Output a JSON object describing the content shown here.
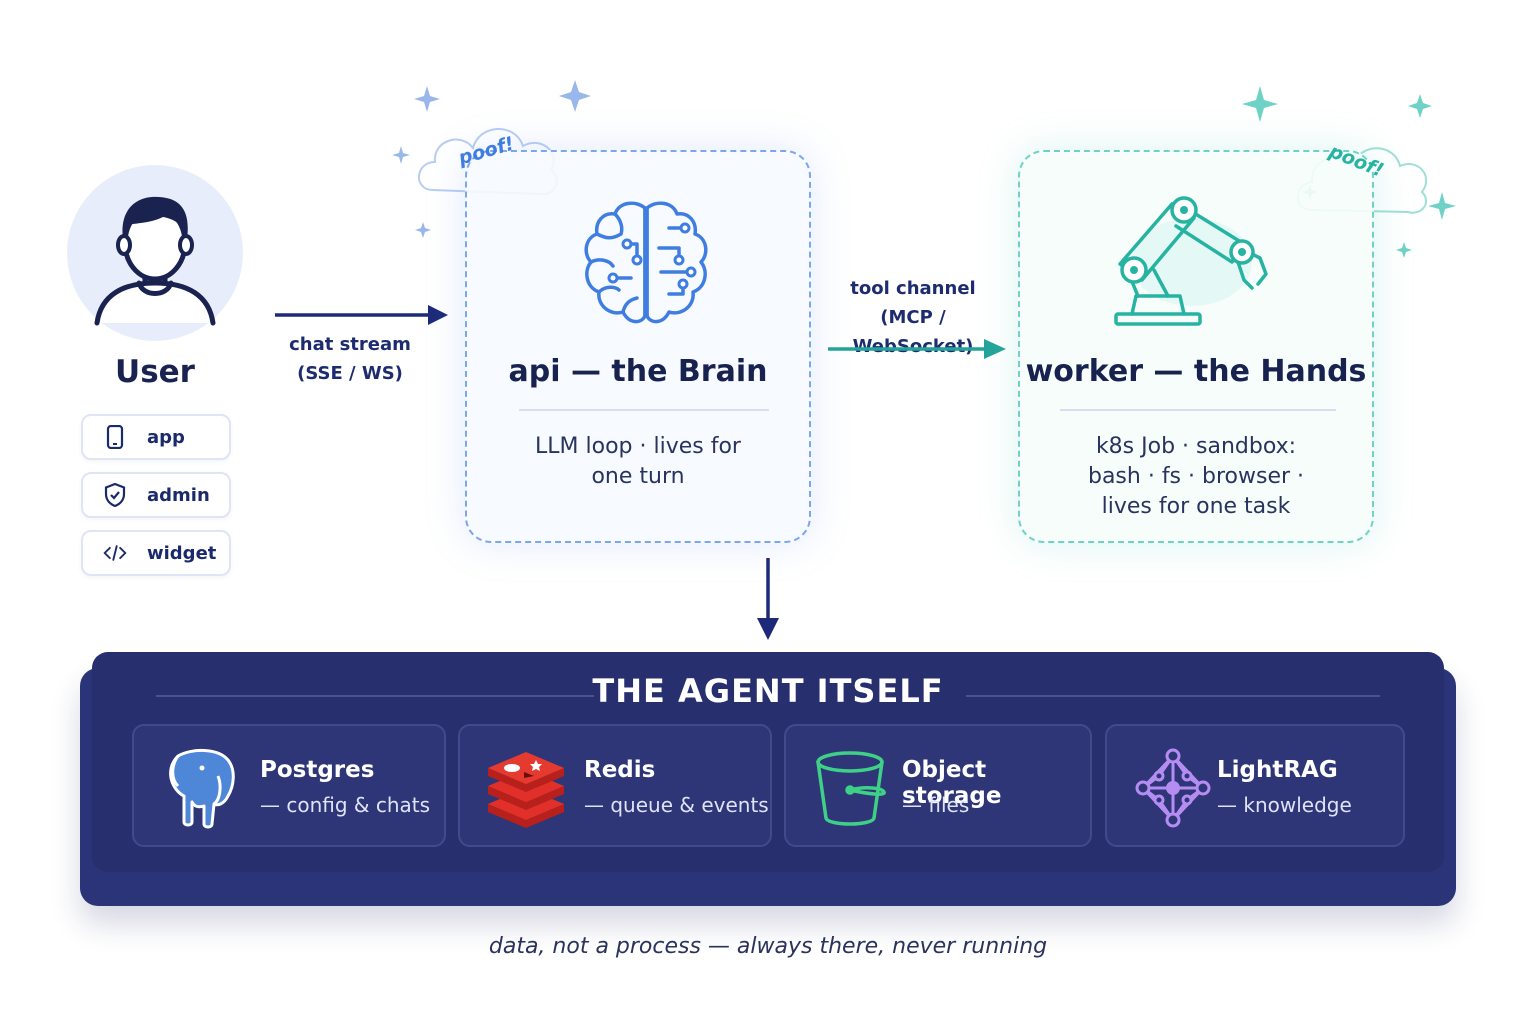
{
  "user": {
    "title": "User",
    "clients": [
      {
        "label": "app",
        "icon": "phone-icon"
      },
      {
        "label": "admin",
        "icon": "shield-icon"
      },
      {
        "label": "widget",
        "icon": "code-icon"
      }
    ]
  },
  "edges": {
    "chat": {
      "line1": "chat stream",
      "line2": "(SSE / WS)"
    },
    "tool": {
      "line1": "tool channel",
      "line2": "(MCP / WebSocket)"
    }
  },
  "brain": {
    "title": "api — the Brain",
    "desc_line1": "LLM loop · lives for",
    "desc_line2": "one turn",
    "poof": "poof!",
    "icon": "brain-icon"
  },
  "hands": {
    "title": "worker — the Hands",
    "desc_line1": "k8s Job · sandbox:",
    "desc_line2": "bash · fs · browser ·",
    "desc_line3": "lives for one task",
    "poof": "poof!",
    "icon": "robot-arm-icon"
  },
  "agent": {
    "title": "THE AGENT ITSELF",
    "stores": [
      {
        "name": "Postgres",
        "role": "— config & chats",
        "icon": "postgres-elephant-icon"
      },
      {
        "name": "Redis",
        "role": "— queue & events",
        "icon": "redis-icon"
      },
      {
        "name": "Object storage",
        "role": "— files",
        "icon": "bucket-icon"
      },
      {
        "name": "LightRAG",
        "role": "— knowledge",
        "icon": "graph-icon"
      }
    ]
  },
  "caption": "data, not a process — always there, never running",
  "colors": {
    "navy": "#272f6e",
    "brain_blue": "#3f7ee0",
    "hands_teal": "#27b3a1",
    "arrow_navy": "#1d2a7a",
    "arrow_teal": "#23a39a"
  }
}
